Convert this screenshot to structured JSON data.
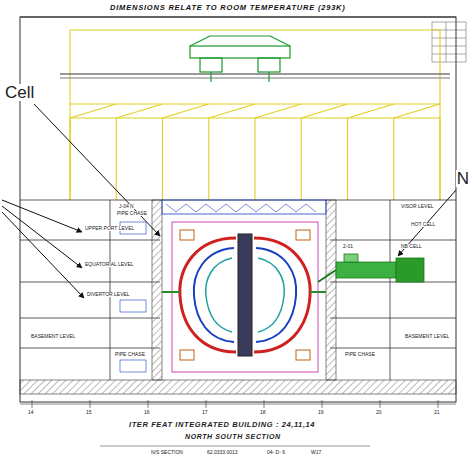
{
  "diagram": {
    "title": "DIMENSIONS RELATE TO ROOM TEMPERATURE (293K)",
    "labels": [
      "Cell",
      "N",
      "UPPER PORT LEVEL",
      "EQUATORIAL LEVEL",
      "DIVERTOR LEVEL",
      "BASEMENT LEVEL",
      "PIPE CHASE",
      "J-04 N",
      "PIPE CHASE",
      "2-01",
      "NB CELL",
      "BASEMENT LEVEL",
      "PIPE CHASE",
      "VISOR LEVEL",
      "HOT CELL",
      "ITER FEAT INTEGRATED BUILDING : 24,11,14",
      "NORTH SOUTH SECTION",
      "N/S SECTION",
      "62.0333.0013",
      "04- D- 6",
      "W17",
      "14",
      "15",
      "16",
      "17",
      "18",
      "19",
      "20",
      "21"
    ]
  }
}
